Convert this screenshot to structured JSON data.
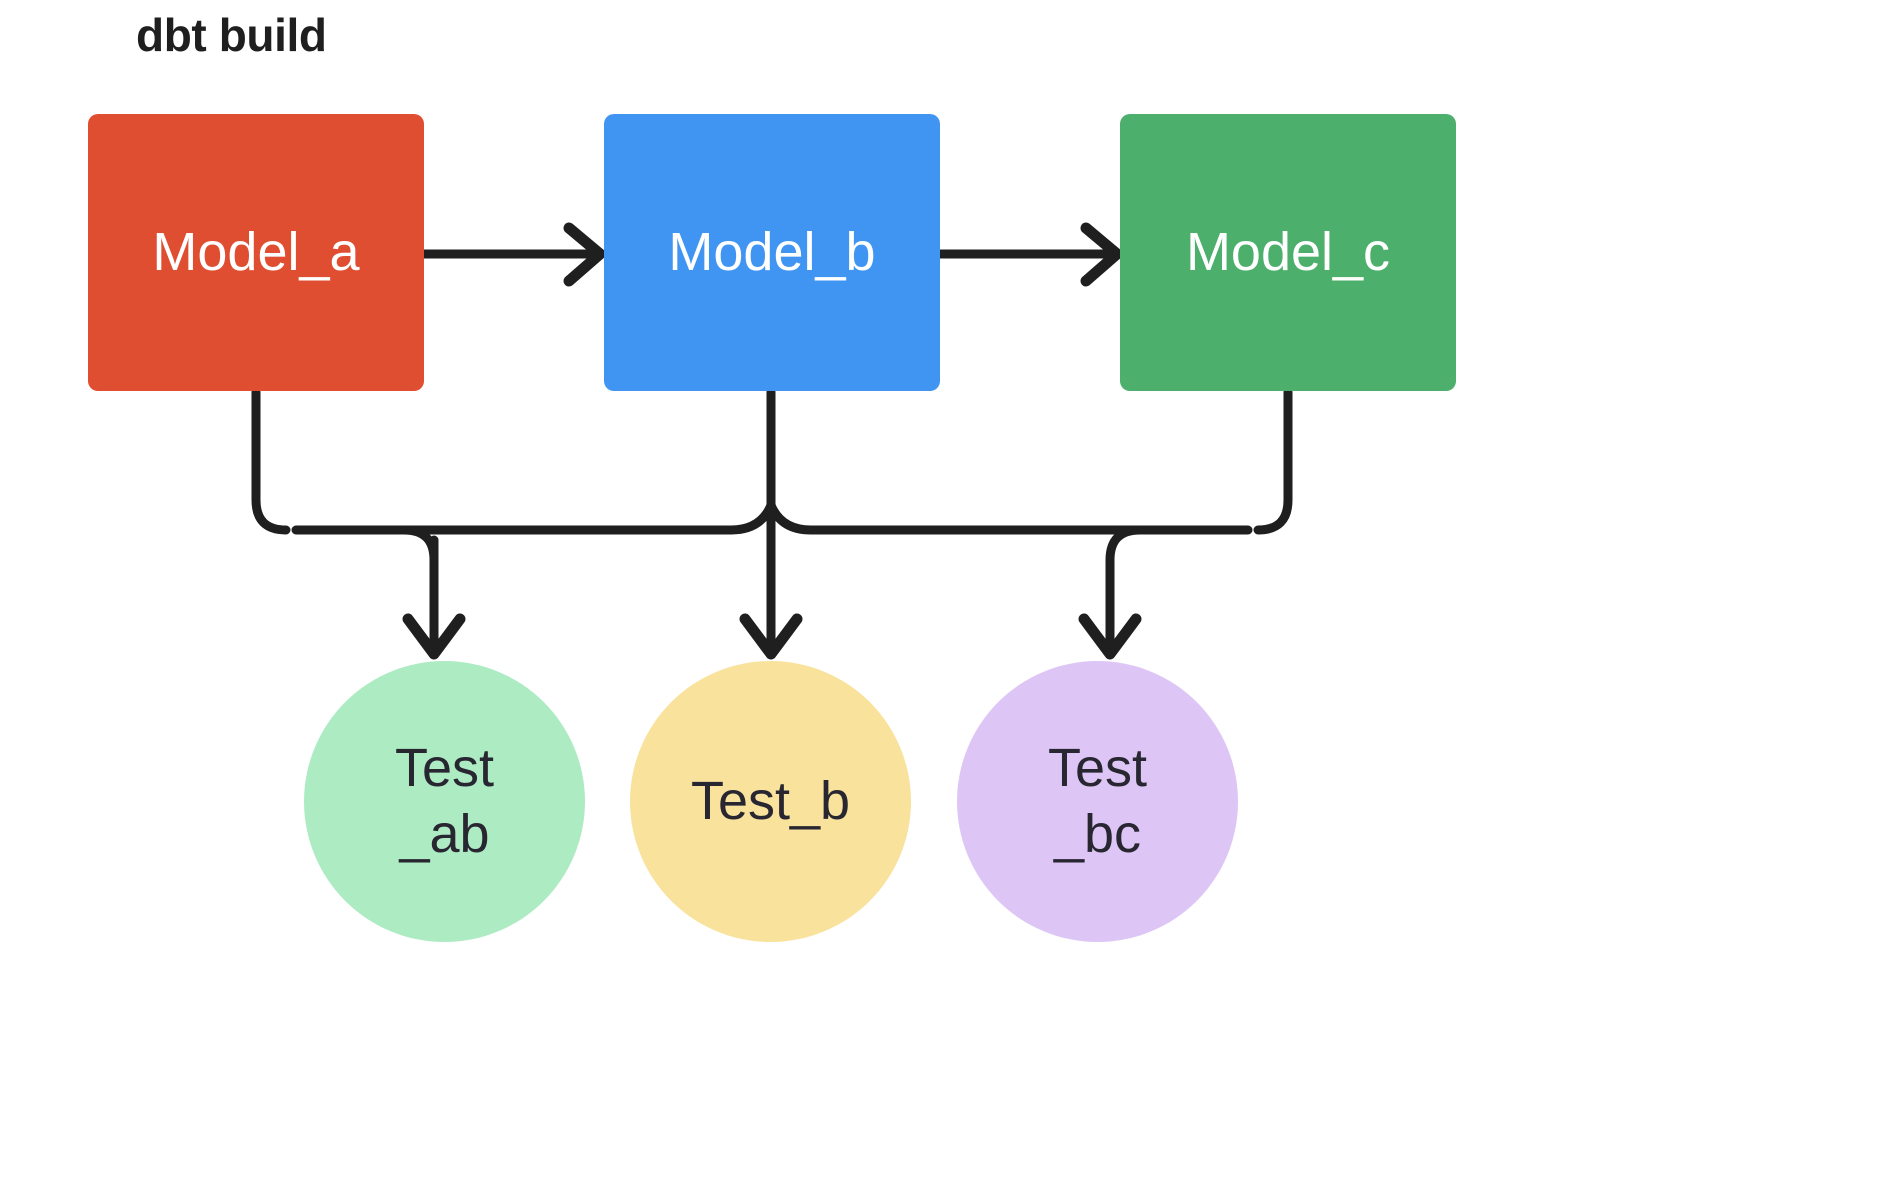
{
  "diagram": {
    "title": "dbt build",
    "type": "dag",
    "background": "#ffffff",
    "edge_color": "#1f1f1f",
    "models": [
      {
        "id": "model_a",
        "label": "Model_a",
        "shape": "rectangle",
        "color": "#E04E32",
        "text_color": "#ffffff"
      },
      {
        "id": "model_b",
        "label": "Model_b",
        "shape": "rectangle",
        "color": "#4195F2",
        "text_color": "#ffffff"
      },
      {
        "id": "model_c",
        "label": "Model_c",
        "shape": "rectangle",
        "color": "#4CAF6B",
        "text_color": "#ffffff"
      }
    ],
    "tests": [
      {
        "id": "test_ab",
        "label": "Test_ab",
        "shape": "circle",
        "color": "#ADEBC3",
        "text_color": "#282631"
      },
      {
        "id": "test_b",
        "label": "Test_b",
        "shape": "circle",
        "color": "#F8E29C",
        "text_color": "#282631"
      },
      {
        "id": "test_bc",
        "label": "Test_bc",
        "shape": "circle",
        "color": "#DDC6F5",
        "text_color": "#282631"
      }
    ],
    "edges": [
      {
        "from": "model_a",
        "to": "model_b",
        "style": "arrow-right"
      },
      {
        "from": "model_b",
        "to": "model_c",
        "style": "arrow-right"
      },
      {
        "from": "model_a",
        "to": "test_ab",
        "style": "elbow-down"
      },
      {
        "from": "model_b",
        "to": "test_b",
        "style": "straight-down"
      },
      {
        "from": "model_c",
        "to": "test_bc",
        "style": "elbow-down"
      }
    ]
  }
}
